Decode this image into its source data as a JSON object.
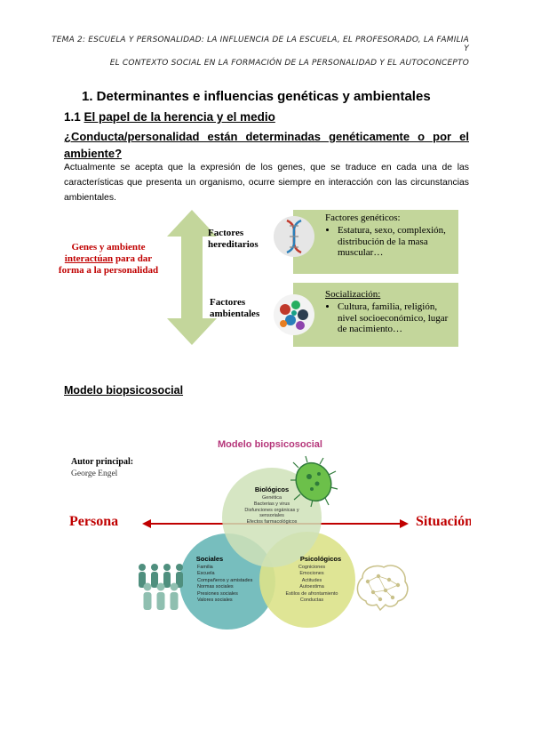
{
  "header": {
    "line1": "TEMA 2: ESCUELA Y PERSONALIDAD: LA INFLUENCIA DE LA ESCUELA, EL PROFESORADO, LA FAMILIA Y",
    "line2": "EL CONTEXTO SOCIAL EN LA FORMACIÓN DE LA PERSONALIDAD Y EL AUTOCONCEPTO"
  },
  "section": {
    "heading": "1.  Determinantes e influencias genéticas y ambientales",
    "sub_number": "1.1 ",
    "sub_title": "El papel de la herencia y el medio",
    "question": "¿Conducta/personalidad están determinadas genéticamente o por el ambiente?",
    "paragraph": "Actualmente se acepta que la expresión de los genes, que se traduce en cada una de las características que presenta un organismo, ocurre siempre en interacción con las circunstancias ambientales."
  },
  "figure1": {
    "left_text_1": "Genes y ambiente ",
    "left_text_em": "interactúan",
    "left_text_2": " para dar forma a la personalidad",
    "factor_hered": "Factores hereditarios",
    "factor_amb": "Factores ambientales",
    "box1_title": "Factores genéticos:",
    "box1_item": "Estatura, sexo, complexión, distribución de la masa muscular…",
    "box2_title": "Socialización:",
    "box2_item": "Cultura, familia, religión, nivel socioeconómico, lugar de nacimiento…",
    "colors": {
      "arrow": "#c3d69b",
      "box": "#c3d69b",
      "red": "#c00000"
    }
  },
  "model_heading": "Modelo biopsicosocial",
  "figure2": {
    "title": "Modelo biopsicosocial",
    "author_label": "Autor principal:",
    "author_name": "George Engel",
    "left_label": "Persona",
    "right_label": "Situación",
    "bio_title": "Biológicos",
    "bio_items": [
      "Genética",
      "Bacterias y virus",
      "Disfunciones orgánicas y",
      "sensoriales",
      "Efectos farmacológicos"
    ],
    "soc_title": "Sociales",
    "soc_items": [
      "Familia",
      "Escuela",
      "Compañeros y amistades",
      "Normas sociales",
      "Presiones sociales",
      "Valores sociales"
    ],
    "psi_title": "Psicológicos",
    "psi_items": [
      "Cogniciones",
      "Emociones",
      "Actitudes",
      "Autoestima",
      "Estilos de afrontamiento",
      "Conductas"
    ],
    "colors": {
      "bio": "#cfe2b8",
      "soc": "#5fb3b3",
      "psi": "#dbe28a",
      "title": "#b5367a",
      "red": "#c00000"
    }
  }
}
